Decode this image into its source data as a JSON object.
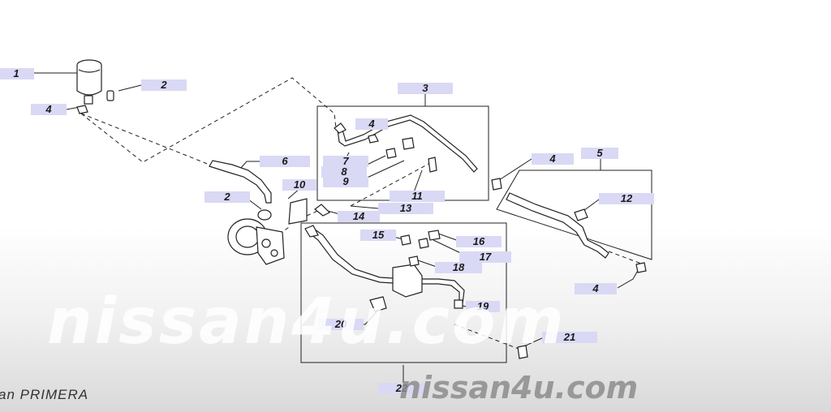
{
  "callouts": [
    {
      "id": "1",
      "label": "1"
    },
    {
      "id": "2a",
      "label": "2"
    },
    {
      "id": "4a",
      "label": "4"
    },
    {
      "id": "3",
      "label": "3"
    },
    {
      "id": "4b",
      "label": "4"
    },
    {
      "id": "6",
      "label": "6"
    },
    {
      "id": "7",
      "label": "7"
    },
    {
      "id": "8",
      "label": "8"
    },
    {
      "id": "9",
      "label": "9"
    },
    {
      "id": "10",
      "label": "10"
    },
    {
      "id": "2b",
      "label": "2"
    },
    {
      "id": "11",
      "label": "11"
    },
    {
      "id": "13",
      "label": "13"
    },
    {
      "id": "14",
      "label": "14"
    },
    {
      "id": "4c",
      "label": "4"
    },
    {
      "id": "5",
      "label": "5"
    },
    {
      "id": "12",
      "label": "12"
    },
    {
      "id": "15",
      "label": "15"
    },
    {
      "id": "16",
      "label": "16"
    },
    {
      "id": "17",
      "label": "17"
    },
    {
      "id": "18",
      "label": "18"
    },
    {
      "id": "19",
      "label": "19"
    },
    {
      "id": "4d",
      "label": "4"
    },
    {
      "id": "20",
      "label": "20"
    },
    {
      "id": "21",
      "label": "21"
    },
    {
      "id": "22",
      "label": "22"
    }
  ],
  "watermark": {
    "main": "nissan4u.com",
    "footer": "nissan4u.com"
  },
  "model_label": "an PRIMERA"
}
